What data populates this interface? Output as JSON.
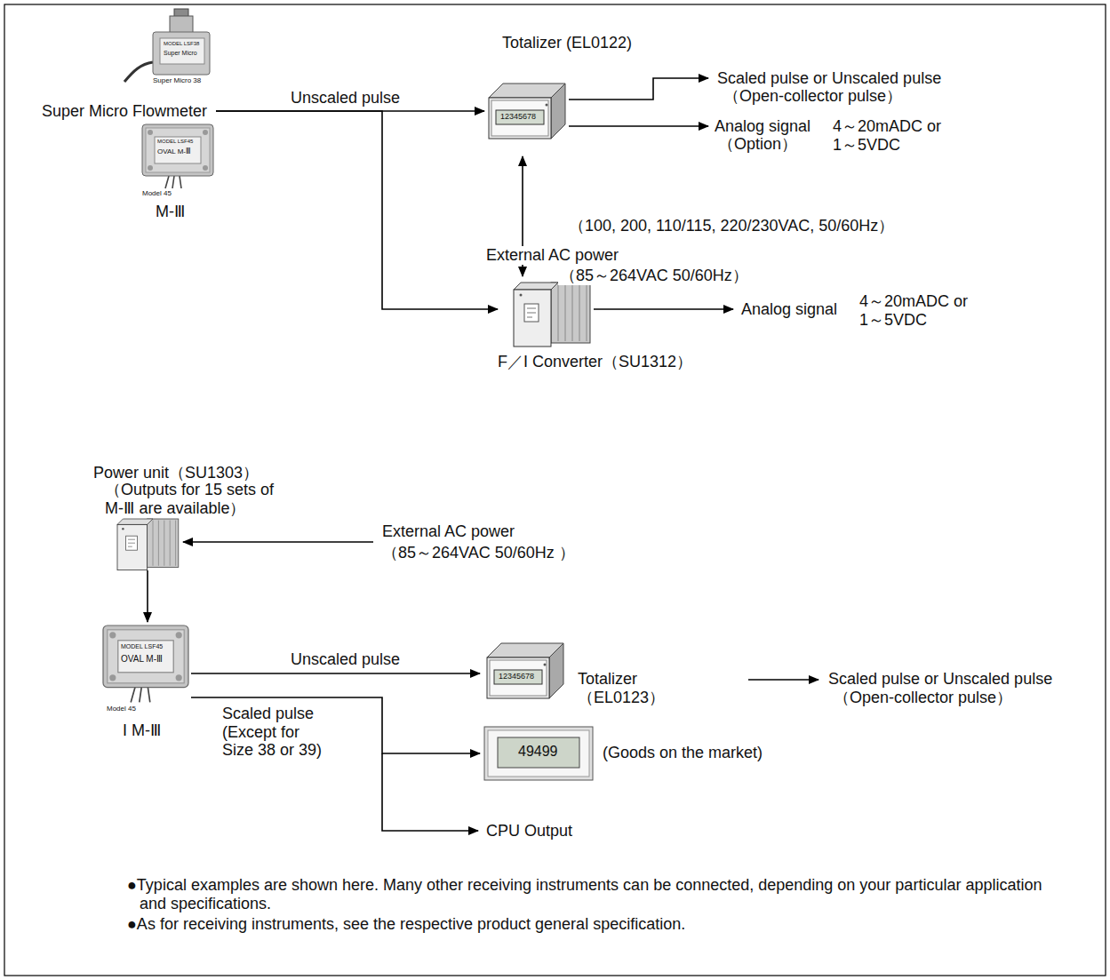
{
  "diagram": {
    "nodes": [
      {
        "text": [
          "Super Micro Flowmeter"
        ]
      },
      {
        "text": [
          "M-Ⅲ"
        ]
      },
      {
        "text": [
          "Totalizer (EL0122)"
        ]
      },
      {
        "text": [
          "F／I Converter（SU1312）"
        ]
      },
      {
        "text": [
          "Power unit（SU1303）",
          "（Outputs for 15 sets of M-Ⅲ are available）"
        ]
      },
      {
        "text": [
          "I M-Ⅲ"
        ]
      },
      {
        "text": [
          "Totalizer（EL0123）"
        ]
      },
      {
        "text": [
          "(Goods on the market)"
        ]
      }
    ],
    "edges": [
      {
        "from": 0,
        "to": 2,
        "label": "Unscaled pulse",
        "arrow": "to"
      },
      {
        "from": 0,
        "to": 3,
        "arrow": "to"
      },
      {
        "from": 4,
        "to": 5,
        "arrow": "to"
      },
      {
        "from": 5,
        "to": 6,
        "label": "Unscaled pulse",
        "arrow": "to"
      },
      {
        "from": 5,
        "to": 7,
        "label": "Scaled pulse (Except for Size 38 or 39)",
        "arrow": "to"
      }
    ],
    "labels": [
      "Scaled pulse or Unscaled pulse",
      "（Open-collector pulse）",
      "Analog signal",
      "（Option）",
      "4～20mADC or 1～5VDC",
      "（100, 200, 110/115, 220/230VAC, 50/60Hz）",
      "External AC power",
      "（85～264VAC 50/60Hz）",
      "Analog signal",
      "4～20mADC or 1～5VDC",
      "External AC power",
      "（85～264VAC 50/60Hz ）",
      "Scaled pulse or Unscaled pulse",
      "（Open-collector pulse）",
      "CPU Output",
      "●Typical examples are shown here. Many other receiving instruments can be connected, depending on your particular application and specifications.",
      "●As for receiving instruments, see the respective product general specification.",
      "Super Micro 38",
      "Model 45",
      "Model 45",
      "12345678",
      "12345678",
      "49499",
      "MODEL LSF38",
      "Super Micro",
      "MODEL LSF45",
      "OVAL M-Ⅲ",
      "MODEL LSF45",
      "OVAL M-Ⅲ"
    ]
  }
}
